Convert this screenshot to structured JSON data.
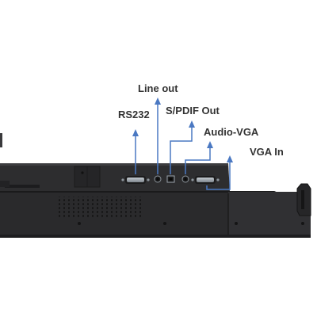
{
  "labels": {
    "line_out": "Line out",
    "rs232": "RS232",
    "spdif_out": "S/PDIF Out",
    "audio_vga": "Audio-VGA",
    "vga_in": "VGA In"
  },
  "colors": {
    "callout_arrow": "#4a78c2",
    "label_text": "#333333",
    "panel_body": "#2b2b2d",
    "panel_edge": "#1c1c1e",
    "port_metal": "#9aa3ab"
  }
}
